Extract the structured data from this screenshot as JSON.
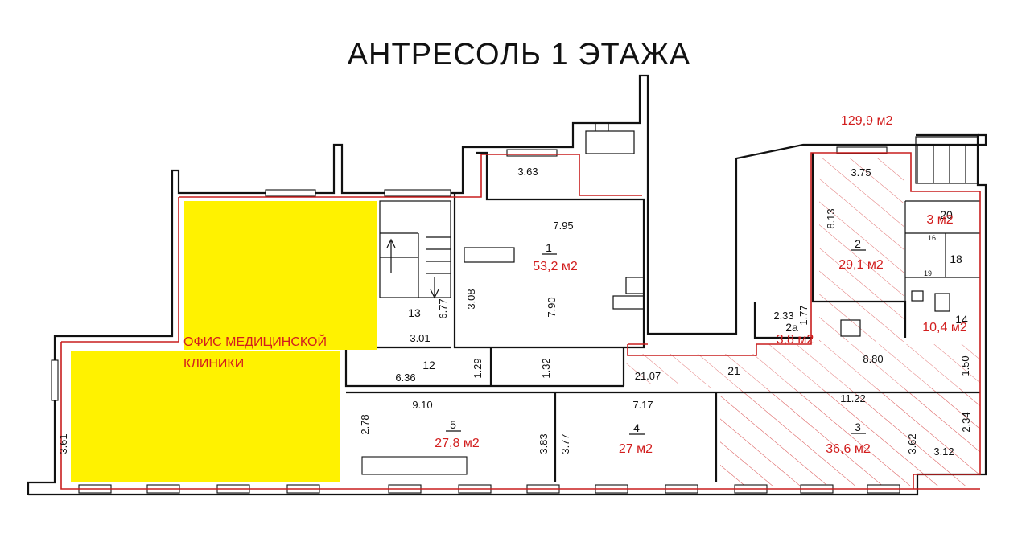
{
  "title": "АНТРЕСОЛЬ 1 ЭТАЖА",
  "highlight_label": "ОФИС МЕДИЦИНСКОЙ КЛИНИКИ",
  "highlight_label_line1": "ОФИС МЕДИЦИНСКОЙ",
  "highlight_label_line2": "КЛИНИКИ",
  "highlight_color": "#fff200",
  "accent_color": "#d21e1e",
  "total_area": "129,9 м2",
  "rooms": [
    {
      "number": "1",
      "area": "53,2 м2"
    },
    {
      "number": "2",
      "area": "29,1 м2"
    },
    {
      "number": "2а",
      "area": "3,8 м2"
    },
    {
      "number": "3",
      "area": "36,6 м2"
    },
    {
      "number": "4",
      "area": "27 м2"
    },
    {
      "number": "5",
      "area": "27,8 м2"
    },
    {
      "number": "12"
    },
    {
      "number": "13"
    },
    {
      "number": "14",
      "area": "10,4 м2"
    },
    {
      "number": "16"
    },
    {
      "number": "18"
    },
    {
      "number": "19"
    },
    {
      "number": "20",
      "area": "3 м2"
    },
    {
      "number": "21"
    }
  ],
  "dimensions": {
    "d363": "3.63",
    "d795": "7.95",
    "d790": "7.90",
    "d308": "3.08",
    "d677": "6.77",
    "d301": "3.01",
    "d129": "1.29",
    "d132": "1.32",
    "d636": "6.36",
    "d2107": "21.07",
    "d880": "8.80",
    "d150": "1.50",
    "d910": "9.10",
    "d278": "2.78",
    "d383": "3.83",
    "d377": "3.77",
    "d717": "7.17",
    "d1122": "11.22",
    "d362": "3.62",
    "d234": "2.34",
    "d312": "3.12",
    "d375": "3.75",
    "d813": "8.13",
    "d233": "2.33",
    "d177": "1.77",
    "d361": "3.61"
  }
}
